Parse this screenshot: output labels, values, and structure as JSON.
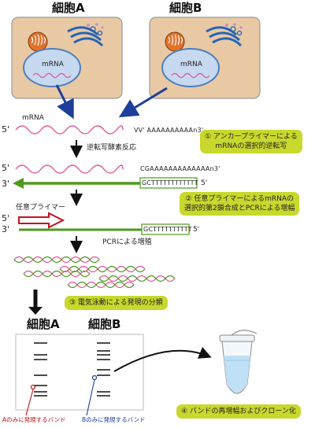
{
  "cells": {
    "cell_a_title": "細胞A",
    "cell_b_title": "細胞B",
    "mrna_label_a": "mRNA",
    "mrna_label_b": "mRNA"
  },
  "step1": {
    "mrna_label": "mRNA",
    "prime5": "5'",
    "tail": "VV' AAAAAAAAAAn3'",
    "box": "① アンカープライマーによる\nmRNAの選択的逆転写"
  },
  "step2": {
    "rt_label": "逆転写酵素反応",
    "prime5": "5'",
    "prime3": "3'",
    "top_seq": "CGAAAAAAAAAAAAAn3'",
    "primer_seq": "GCTTTTTTTTTTTT",
    "prime5_end": "5'"
  },
  "step3": {
    "arb_label": "任意プライマー",
    "prime5": "5'",
    "prime3": "3'",
    "primer_seq": "GCTTTTTTTTTT",
    "prime5_end": "5'",
    "box": "② 任意プライマーによるmRNAの\n選択的第2鎖合成とPCRによる増幅"
  },
  "step4": {
    "pcr_label": "PCRによる増殖"
  },
  "step5": {
    "box": "③ 電気泳動による発現の分類",
    "gel_a": "細胞A",
    "gel_b": "細胞B",
    "band_a_label": "Aのみに発現するバンド",
    "band_b_label": "Bのみに発現するバンド",
    "box4": "④ バンドの再増幅およびクローン化"
  },
  "colors": {
    "cell_fill": "#e8c9a4",
    "nucleus": "#c7d9f0",
    "mrna": "#e0579a",
    "primer_green": "#4e9a1c",
    "arrow_blue": "#1d3f99",
    "step_box": "#c8d82c",
    "red": "#c0141c"
  }
}
